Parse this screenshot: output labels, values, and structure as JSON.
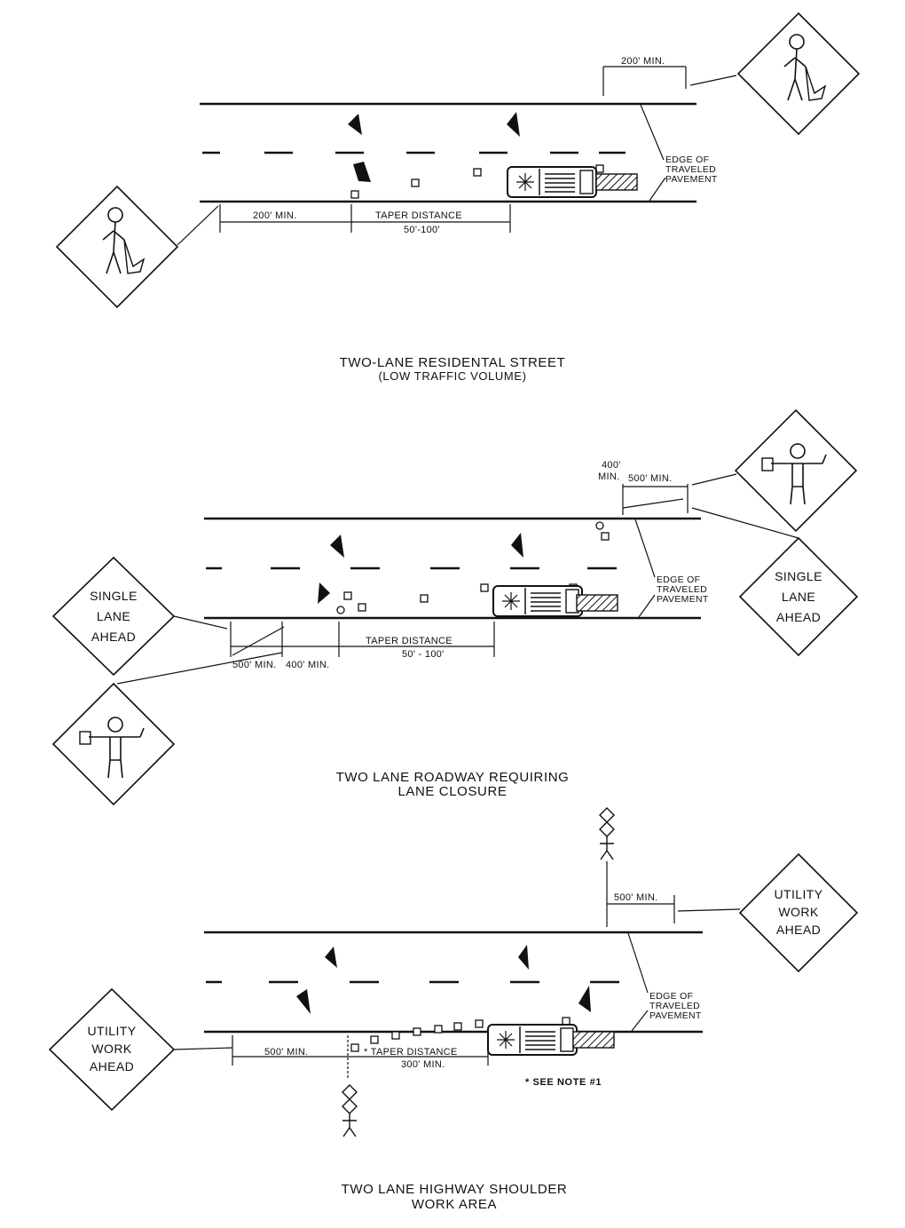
{
  "diagram1": {
    "dim_top": "200' MIN.",
    "dim_bottom": "200' MIN.",
    "taper_line1": "TAPER DISTANCE",
    "taper_line2": "50'-100'",
    "edge_label": [
      "EDGE OF",
      "TRAVELED",
      "PAVEMENT"
    ],
    "caption_line1": "TWO-LANE RESIDENTAL STREET",
    "caption_line2": "(LOW TRAFFIC VOLUME)"
  },
  "diagram2": {
    "dim_top_a": [
      "400'",
      "MIN."
    ],
    "dim_top_b": "500' MIN.",
    "dim_bottom_a": "500' MIN.",
    "dim_bottom_b": "400' MIN.",
    "taper_line1": "TAPER DISTANCE",
    "taper_line2": "50' - 100'",
    "edge_label": [
      "EDGE OF",
      "TRAVELED",
      "PAVEMENT"
    ],
    "sign_left": [
      "SINGLE",
      "LANE",
      "AHEAD"
    ],
    "sign_right": [
      "SINGLE",
      "LANE",
      "AHEAD"
    ],
    "caption_line1": "TWO LANE ROADWAY REQUIRING",
    "caption_line2": "LANE CLOSURE"
  },
  "diagram3": {
    "dim_top": "500' MIN.",
    "dim_bottom": "500' MIN.",
    "taper_line1": "* TAPER DISTANCE",
    "taper_line2": "300' MIN.",
    "edge_label": [
      "EDGE OF",
      "TRAVELED",
      "PAVEMENT"
    ],
    "sign_left": [
      "UTILITY",
      "WORK",
      "AHEAD"
    ],
    "sign_right": [
      "UTILITY",
      "WORK",
      "AHEAD"
    ],
    "note": "* SEE NOTE #1",
    "caption_line1": "TWO LANE HIGHWAY SHOULDER",
    "caption_line2": "WORK AREA"
  }
}
